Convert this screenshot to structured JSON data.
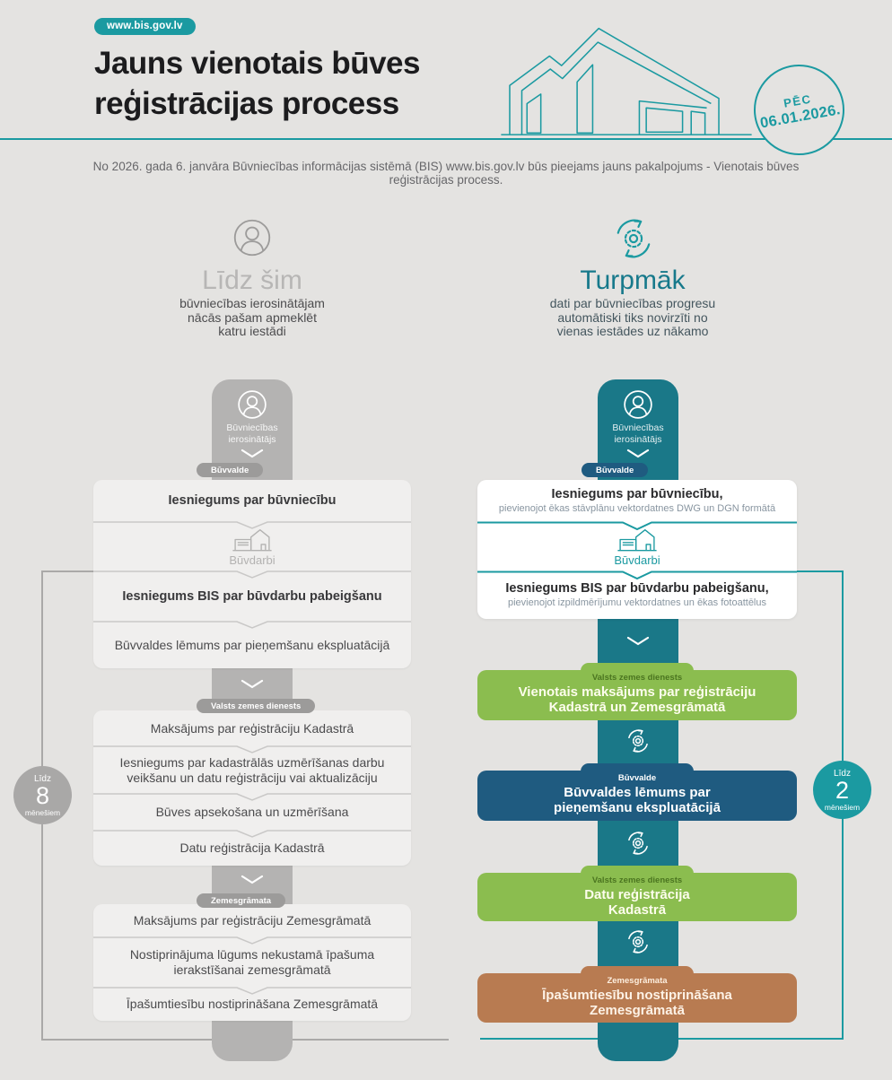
{
  "colors": {
    "background": "#e4e3e1",
    "teal_accent": "#1b9aa1",
    "teal_bar": "#1a7888",
    "blue": "#1f5b80",
    "green": "#8bbd4f",
    "brown": "#b87b51",
    "gray_bar": "#b4b3b2",
    "gray_pill": "#9c9b9a"
  },
  "header": {
    "badge": "www.bis.gov.lv",
    "title_line1": "Jauns vienotais būves",
    "title_line2": "reģistrācijas process",
    "stamp_top": "PĒC",
    "stamp_date": "06.01.2026.",
    "intro": "No 2026. gada 6. janvāra Būvniecības informācijas sistēmā (BIS) www.bis.gov.lv būs pieejams jauns pakalpojums - Vienotais būves reģistrācijas process."
  },
  "before": {
    "heading": "Līdz šim",
    "desc_line1": "būvniecības ierosinātājam",
    "desc_line2": "nācās pašam apmeklēt",
    "desc_line3": "katru iestādi",
    "actor_line1": "Būvniecības",
    "actor_line2": "ierosinātājs",
    "pill1": "Būvvalde",
    "pill2": "Valsts zemes dienests",
    "pill3": "Zemesgrāmata",
    "card1": {
      "row1": "Iesniegums par būvniecību",
      "buvdarbi": "Būvdarbi",
      "row2": "Iesniegums BIS par būvdarbu pabeigšanu",
      "row3": "Būvvaldes lēmums par pieņemšanu ekspluatācijā"
    },
    "card2": {
      "row1": "Maksājums par reģistrāciju Kadastrā",
      "row2": "Iesniegums par kadastrālās uzmērīšanas darbu veikšanu un datu reģistrāciju vai aktualizāciju",
      "row3": "Būves apsekošana un uzmērīšana",
      "row4": "Datu reģistrācija Kadastrā"
    },
    "card3": {
      "row1": "Maksājums par reģistrāciju Zemesgrāmatā",
      "row2": "Nostiprinājuma lūgums nekustamā īpašuma ierakstīšanai zemesgrāmatā",
      "row3": "Īpašumtiesību nostiprināšana Zemesgrāmatā"
    },
    "duration": {
      "prefix": "Līdz",
      "value": "8",
      "unit": "mēnešiem"
    }
  },
  "after": {
    "heading": "Turpmāk",
    "desc_line1": "dati par būvniecības progresu",
    "desc_line2": "automātiski tiks novirzīti no",
    "desc_line3": "vienas iestādes uz nākamo",
    "actor_line1": "Būvniecības",
    "actor_line2": "ierosinātājs",
    "pill1": "Būvvalde",
    "white_card": {
      "row1_title": "Iesniegums par būvniecību,",
      "row1_sub": "pievienojot ēkas stāvplānu vektordatnes DWG un DGN formātā",
      "buvdarbi": "Būvdarbi",
      "row2_title": "Iesniegums BIS par būvdarbu pabeigšanu,",
      "row2_sub": "pievienojot izpildmērījumu vektordatnes un ēkas fotoattēlus"
    },
    "cards": [
      {
        "tab": "Valsts zemes dienests",
        "line1": "Vienotais maksājums par reģistrāciju",
        "line2": "Kadastrā un Zemesgrāmatā"
      },
      {
        "tab": "Būvvalde",
        "line1": "Būvvaldes lēmums par",
        "line2": "pieņemšanu ekspluatācijā"
      },
      {
        "tab": "Valsts zemes dienests",
        "line1": "Datu reģistrācija",
        "line2": "Kadastrā"
      },
      {
        "tab": "Zemesgrāmata",
        "line1": "Īpašumtiesību nostiprināšana",
        "line2": "Zemesgrāmatā"
      }
    ],
    "duration": {
      "prefix": "Līdz",
      "value": "2",
      "unit": "mēnešiem"
    }
  }
}
